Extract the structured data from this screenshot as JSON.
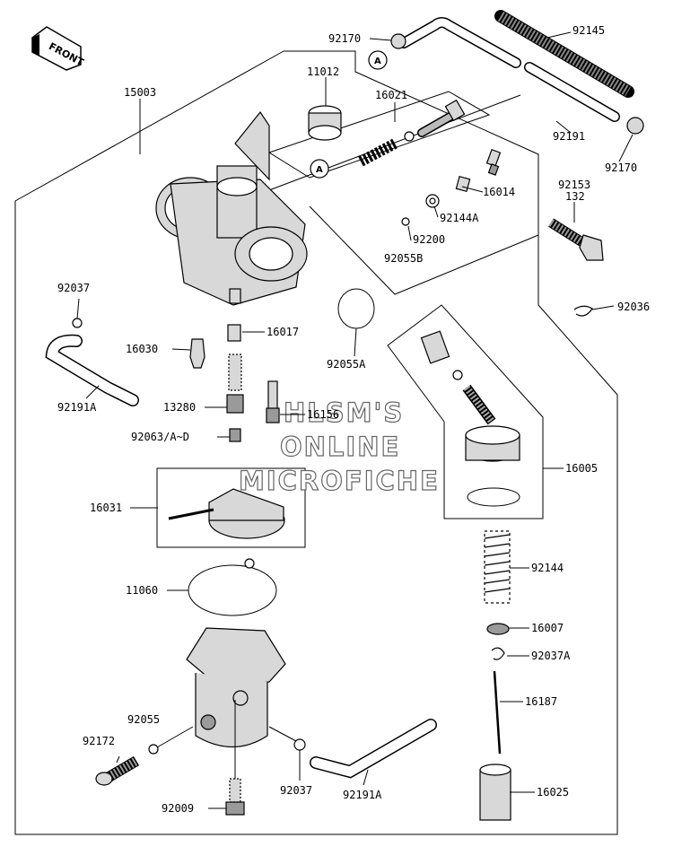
{
  "watermark": {
    "line1": "HLSM'S",
    "line2": "ONLINE",
    "line3": "MICROFICHE"
  },
  "front_badge": "FRONT",
  "marker": "A",
  "part_labels": {
    "p92170a": "92170",
    "p92145": "92145",
    "p11012": "11012",
    "p15003": "15003",
    "p16021": "16021",
    "p92191": "92191",
    "p92170b": "92170",
    "p16014": "16014",
    "p92153": "92153",
    "p132": "132",
    "p92144A": "92144A",
    "p92200": "92200",
    "p92055B": "92055B",
    "p92037": "92037",
    "p92036": "92036",
    "p16017": "16017",
    "p16030": "16030",
    "p92055A": "92055A",
    "p92191A_a": "92191A",
    "p13280": "13280",
    "p16156": "16156",
    "p92063": "92063/A~D",
    "p16005": "16005",
    "p16031": "16031",
    "p92144": "92144",
    "p11060": "11060",
    "p16007": "16007",
    "p92037A": "92037A",
    "p16187": "16187",
    "p92055": "92055",
    "p92172": "92172",
    "p92037b": "92037",
    "p92191A_b": "92191A",
    "p16025": "16025",
    "p92009": "92009"
  }
}
